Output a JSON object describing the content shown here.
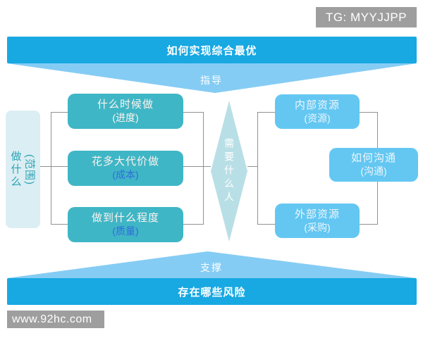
{
  "badges": {
    "tg": "TG: MYYJJPP",
    "site": "www.92hc.com"
  },
  "top_section": {
    "banner": "如何实现综合最优",
    "arrow_label": "指导"
  },
  "bottom_section": {
    "banner": "存在哪些风险",
    "arrow_label": "支撑"
  },
  "scope_box": {
    "main": "做什么",
    "sub": "(范围)"
  },
  "diamond": {
    "label": "需要什么人"
  },
  "process_boxes": [
    {
      "main": "什么时候做",
      "sub": "(进度)",
      "sub_color": "#fdf3ee"
    },
    {
      "main": "花多大代价做",
      "sub": "(成本)",
      "sub_color": "#2f6cd9"
    },
    {
      "main": "做到什么程度",
      "sub": "(质量)",
      "sub_color": "#2f6cd9"
    }
  ],
  "resource_boxes": [
    {
      "main": "内部资源",
      "sub": "(资源)"
    },
    {
      "main": "如何沟通",
      "sub": "(沟通)"
    },
    {
      "main": "外部资源",
      "sub": "(采购)"
    }
  ],
  "colors": {
    "banner_blue": "#18a8e2",
    "arrow_light_blue": "#85ccf4",
    "process_teal": "#3fb6c6",
    "resource_blue": "#63c7f2",
    "scope_box_bg": "#dbeef3",
    "scope_text_teal": "#2aa2b4",
    "diamond_bg": "#b9dfe6",
    "badge_gray": "#9e9e9e",
    "connector_gray": "#919191",
    "highlight_blue": "#2f6cd9"
  }
}
